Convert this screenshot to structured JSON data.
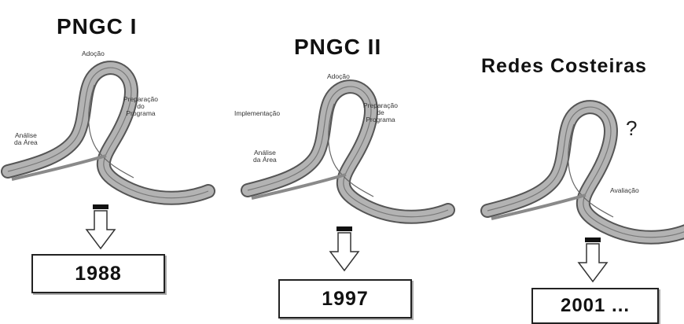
{
  "stages": [
    {
      "title": "PNGC I",
      "labels": {
        "adocao": "Adoção",
        "preparacao": "Preparação\ndo\nPrograma",
        "analise": "Análise\nda Área"
      },
      "year": "1988"
    },
    {
      "title": "PNGC II",
      "labels": {
        "adocao": "Adoção",
        "implementacao": "Implementação",
        "preparacao": "Preparação\nde\nPrograma",
        "analise": "Análise\nda Área"
      },
      "year": "1997"
    },
    {
      "title": "Redes Costeiras",
      "labels": {
        "question": "?",
        "avaliacao": "Avaliação"
      },
      "year": "2001 ..."
    }
  ],
  "colors": {
    "ribbon_fill": "#a8a8a8",
    "ribbon_edge": "#555555",
    "arrow_bar": "#111111",
    "box_border": "#222222"
  },
  "icons": [
    "ribbon-loop-icon",
    "down-arrow-icon"
  ]
}
